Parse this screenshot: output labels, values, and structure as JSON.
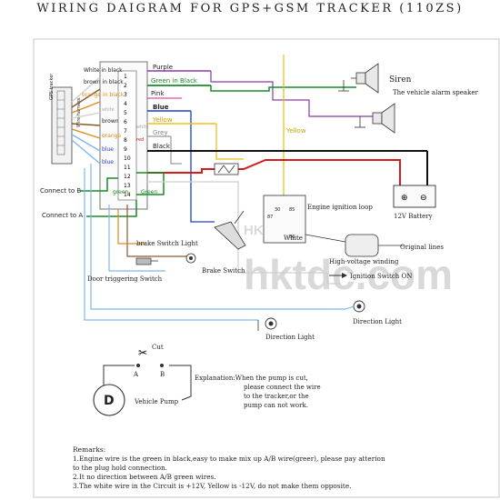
{
  "title": "WIRING DAIGRAM FOR GPS+GSM TRACKER (110ZS)",
  "watermark": "hktdc.com",
  "watermark_small": "HKTDC",
  "colors": {
    "purple": "#8a3aa8",
    "green": "#1a8a2a",
    "pink": "#e64aa8",
    "blue": "#1e3fd0",
    "yellow": "#e8c21a",
    "grey": "#9a9a9a",
    "black": "#111111",
    "red": "#d41c1c",
    "white_wire": "#cfcfcf",
    "brown": "#8b5a2b",
    "lightblue": "#7fb6e8",
    "orange": "#e08a1a"
  },
  "connector": {
    "left_labels": [
      "White in black",
      "brown in black",
      "orange in black",
      "white",
      "brown",
      "orange",
      "blue",
      "blue"
    ],
    "pin_numbers": [
      "1",
      "2",
      "3",
      "4",
      "5",
      "6",
      "7",
      "8",
      "9",
      "10",
      "11",
      "12",
      "13",
      "14"
    ],
    "right_labels": [
      "Purple",
      "Green in Black",
      "Pink",
      "Blue",
      "Yellow",
      "Grey",
      "Black",
      "Green"
    ],
    "small_right": [
      "white",
      "red"
    ],
    "bottom_label": "green",
    "side_label_1": "GPS tracker",
    "side_label_2": "Wire harness"
  },
  "labels": {
    "siren": "Siren",
    "alarm_speaker": "The vehicle alarm speaker",
    "yellow_wire": "Yellow",
    "engine_loop": "Engine ignition loop",
    "battery": "12V Battery",
    "white": "White",
    "original_lines": "Original lines",
    "hv_winding": "High-voltage winding",
    "ignition_switch": "Ignition Switch ON",
    "direction_light_1": "Direction Light",
    "direction_light_2": "Direction Light",
    "brake_light": "brake Switch Light",
    "brake_switch": "Brake Switch",
    "door_switch": "Door triggering Switch",
    "connect_b": "Connect to B",
    "connect_a": "Connect to A",
    "cut": "Cut",
    "point_a": "A",
    "point_b": "B",
    "pump_symbol": "D",
    "vehicle_pump": "Vehicle Pump",
    "explanation": [
      "Explanation:When the pump is cut,",
      "please connect the wire",
      "to the tracker,or the",
      "pump can not work."
    ],
    "relay_pins": [
      "87",
      "30",
      "85",
      "86"
    ]
  },
  "remarks": {
    "title": "Remarks:",
    "lines": [
      "1.Engine wire is the green in black,easy to make mix up A/B wire(greer), please pay atterion",
      "to the plug hold connection.",
      "2.It no direction between A/B green wires.",
      "3.The white wire in the Circuit is +12V, Yellow is -12V, do not make them opposite."
    ]
  }
}
